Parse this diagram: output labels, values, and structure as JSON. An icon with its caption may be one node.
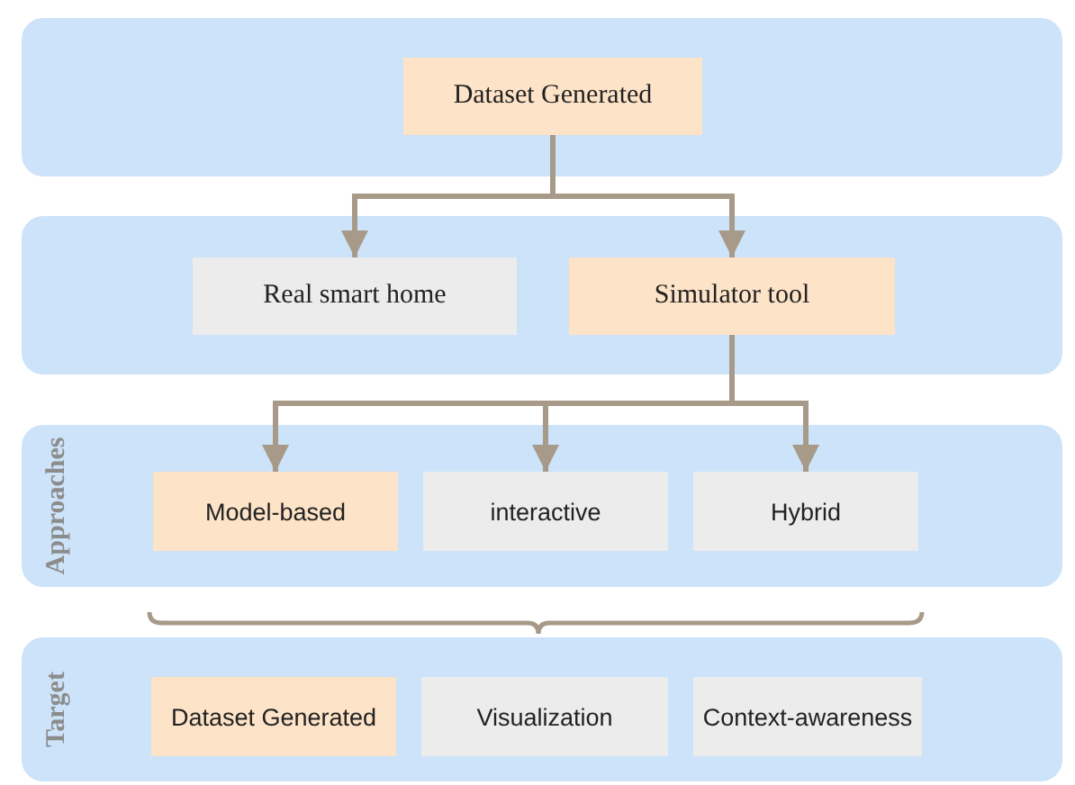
{
  "diagram": {
    "nodes": [
      {
        "text": [],
        "shape": "box"
      },
      {
        "text": [
          "Dataset Generated"
        ],
        "in": 0
      },
      {
        "text": [],
        "shape": "box"
      },
      {
        "text": [
          "Real smart home"
        ],
        "in": 2
      },
      {
        "text": [
          "Simulator tool"
        ],
        "in": 2
      },
      {
        "text": [
          "Approaches"
        ]
      },
      {
        "text": [
          "Model-based"
        ],
        "in": 5
      },
      {
        "text": [
          "interactive"
        ],
        "in": 5
      },
      {
        "text": [
          "Hybrid"
        ],
        "in": 5
      },
      {
        "text": [
          "Target"
        ]
      },
      {
        "text": [
          "Dataset Generated"
        ],
        "in": 9
      },
      {
        "text": [
          "Visualization"
        ],
        "in": 9
      },
      {
        "text": [
          "Context-awareness"
        ],
        "in": 9
      }
    ],
    "edges": [
      {
        "from": 1,
        "to": 3,
        "arrow": "to"
      },
      {
        "from": 1,
        "to": 4,
        "arrow": "to"
      },
      {
        "from": 4,
        "to": 6,
        "arrow": "to"
      },
      {
        "from": 4,
        "to": 7,
        "arrow": "to"
      },
      {
        "from": 4,
        "to": 8,
        "arrow": "to"
      }
    ]
  }
}
